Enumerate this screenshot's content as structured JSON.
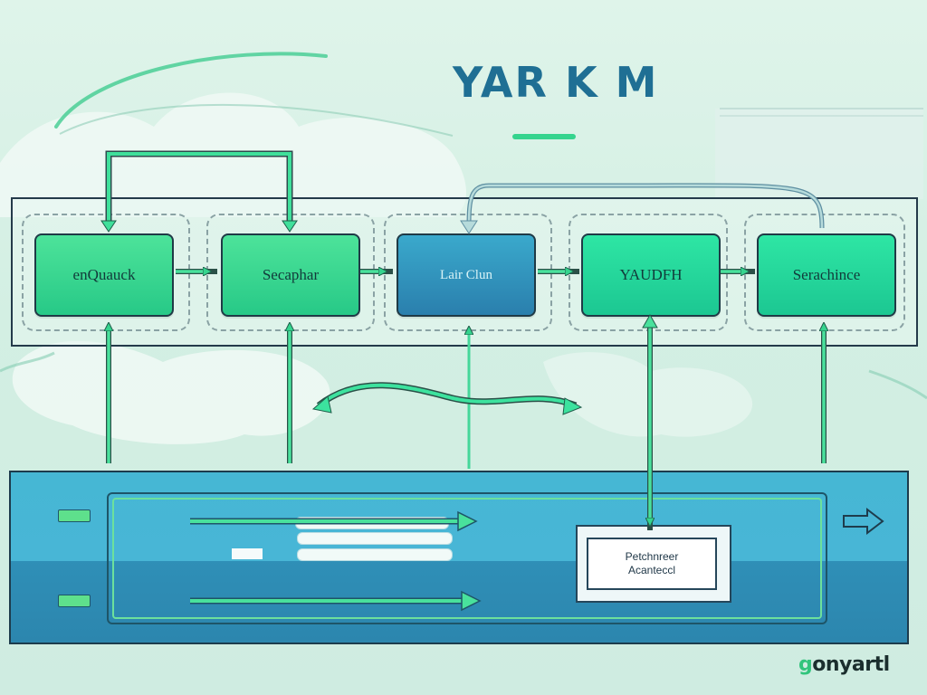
{
  "header": {
    "title": "YAR K M"
  },
  "nodes": [
    {
      "id": "n1",
      "label": "enQuauck",
      "style": "green"
    },
    {
      "id": "n2",
      "label": "Secaphar",
      "style": "green"
    },
    {
      "id": "n3",
      "label": "Lair Clun",
      "style": "blue"
    },
    {
      "id": "n4",
      "label": "YAUDFH",
      "style": "teal"
    },
    {
      "id": "n5",
      "label": "Serachince",
      "style": "teal"
    }
  ],
  "output_box": {
    "line1": "Petchnreer",
    "line2": "Acanteccl"
  },
  "brand": {
    "prefix": "g",
    "rest": "onyartl"
  },
  "colors": {
    "node_green": "#3cd892",
    "node_blue": "#2f8fb9",
    "arrow_green": "#2fd48a",
    "panel_blue": "#3fa9cb",
    "title_blue": "#1f6f94"
  }
}
